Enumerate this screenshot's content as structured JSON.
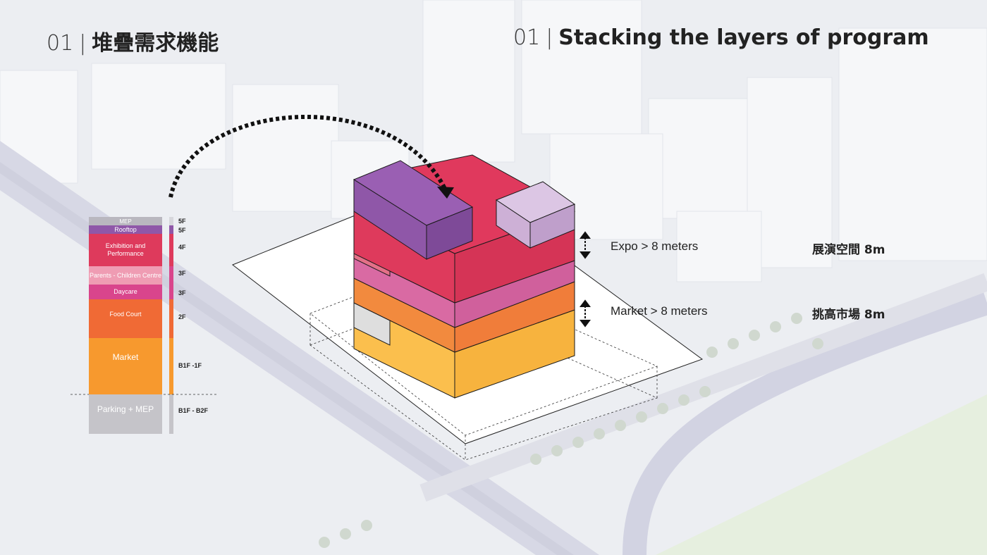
{
  "title_zh": {
    "num": "01",
    "text": "堆疊需求機能"
  },
  "title_en": {
    "num": "01",
    "text": "Stacking the layers of program"
  },
  "stack": [
    {
      "label": "MEP",
      "color": "#b9b7bf"
    },
    {
      "label": "Rooftop",
      "color": "#8f57a8"
    },
    {
      "label": "Exhibition and Performance",
      "color": "#de3a5c"
    },
    {
      "label": "Parents - Children Centre",
      "color": "#ef9cb3"
    },
    {
      "label": "Daycare",
      "color": "#d9458c"
    },
    {
      "label": "Food Court",
      "color": "#f06a35"
    },
    {
      "label": "Market",
      "color": "#f7992e"
    },
    {
      "label": "Parking + MEP",
      "color": "#c5c4c9"
    }
  ],
  "levels": [
    "5F",
    "5F",
    "4F",
    "3F",
    "3F",
    "2F",
    "B1F -1F",
    "B1F - B2F"
  ],
  "notes": {
    "expo_en": "Expo > 8 meters",
    "expo_zh": "展演空間 8m",
    "market_en": "Market > 8 meters",
    "market_zh": "挑高市場 8m"
  },
  "colors": {
    "rooftop": "#8f57a8",
    "exhibition": "#de3a5c",
    "parents": "#ef9cb3",
    "daycare": "#d9458c",
    "food_court": "#f06a35",
    "market": "#f7992e",
    "market_light": "#fbbf4d",
    "pavilion": "#cdb0d6",
    "parking": "#c5c4c9"
  }
}
